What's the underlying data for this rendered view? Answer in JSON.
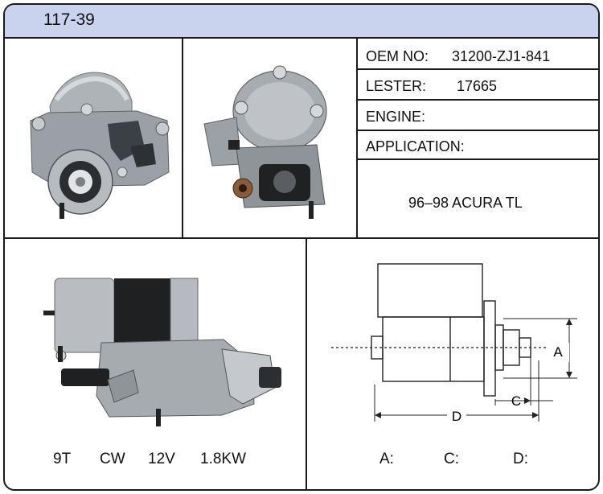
{
  "header": {
    "part_number": "117-39"
  },
  "specs_table": {
    "oem_label": "OEM NO:",
    "oem_value": "31200-ZJ1-841",
    "lester_label": "LESTER:",
    "lester_value": "17665",
    "engine_label": "ENGINE:",
    "application_label": "APPLICATION:",
    "application_value": "96–98 ACURA TL"
  },
  "ratings": {
    "teeth": "9T",
    "rotation": "CW",
    "voltage": "12V",
    "power": "1.8KW"
  },
  "diagram": {
    "label_a": "A",
    "label_c": "C",
    "label_d": "D",
    "dim_a": "A:",
    "dim_c": "C:",
    "dim_d": "D:"
  }
}
